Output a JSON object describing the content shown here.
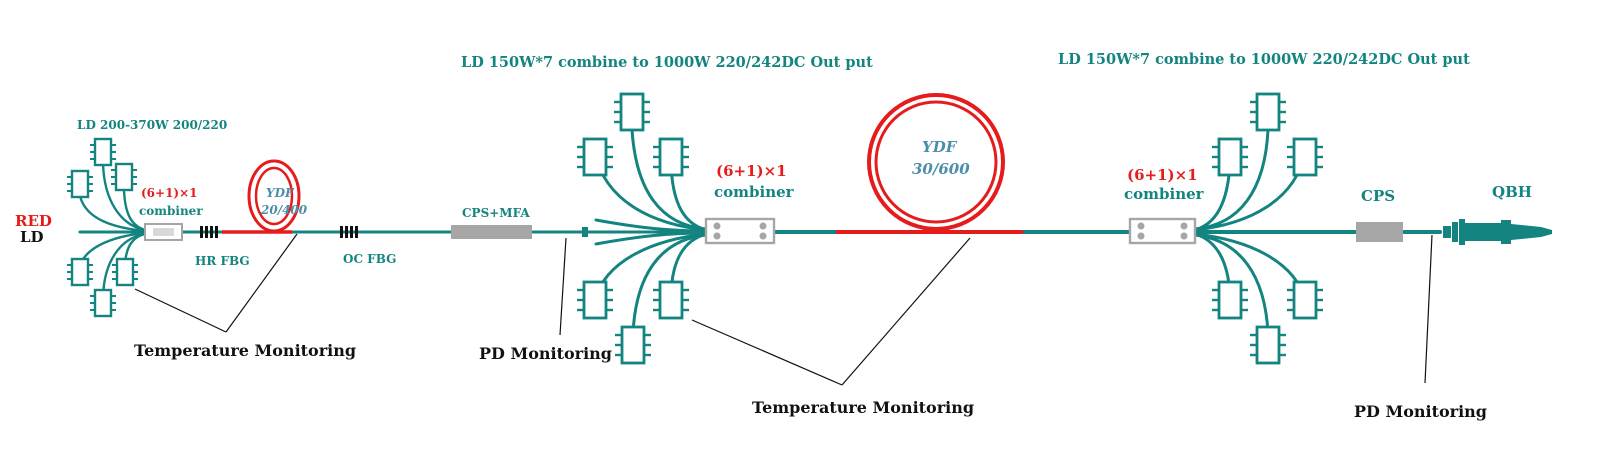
{
  "labels": {
    "red_ld_line1": "RED",
    "red_ld_line2": "LD",
    "ld_small": "LD 200-370W 200/220",
    "combiner1_ratio": "(6+1)×1",
    "combiner1_word": "combiner",
    "ydf1_line1": "YDF",
    "ydf1_line2": "20/400",
    "hr_fbg": "HR FBG",
    "oc_fbg": "OC FBG",
    "cps_mfa": "CPS+MFA",
    "ld_big_1": "LD 150W*7 combine to 1000W 220/242DC Out put",
    "combiner2_ratio": "(6+1)×1",
    "combiner2_word": "combiner",
    "ydf2_line1": "YDF",
    "ydf2_line2": "30/600",
    "ld_big_2": "LD 150W*7 combine to 1000W 220/242DC Out put",
    "combiner3_ratio": "(6+1)×1",
    "combiner3_word": "combiner",
    "cps": "CPS",
    "qbh": "QBH",
    "temp_mon_1": "Temperature Monitoring",
    "pd_mon_1": "PD Monitoring",
    "temp_mon_2": "Temperature Monitoring",
    "pd_mon_2": "PD Monitoring"
  },
  "colors": {
    "fiber": "#13847f",
    "active_fiber": "#e51c1c",
    "leader": "#111111",
    "component_gray": "#a6a6a6"
  }
}
